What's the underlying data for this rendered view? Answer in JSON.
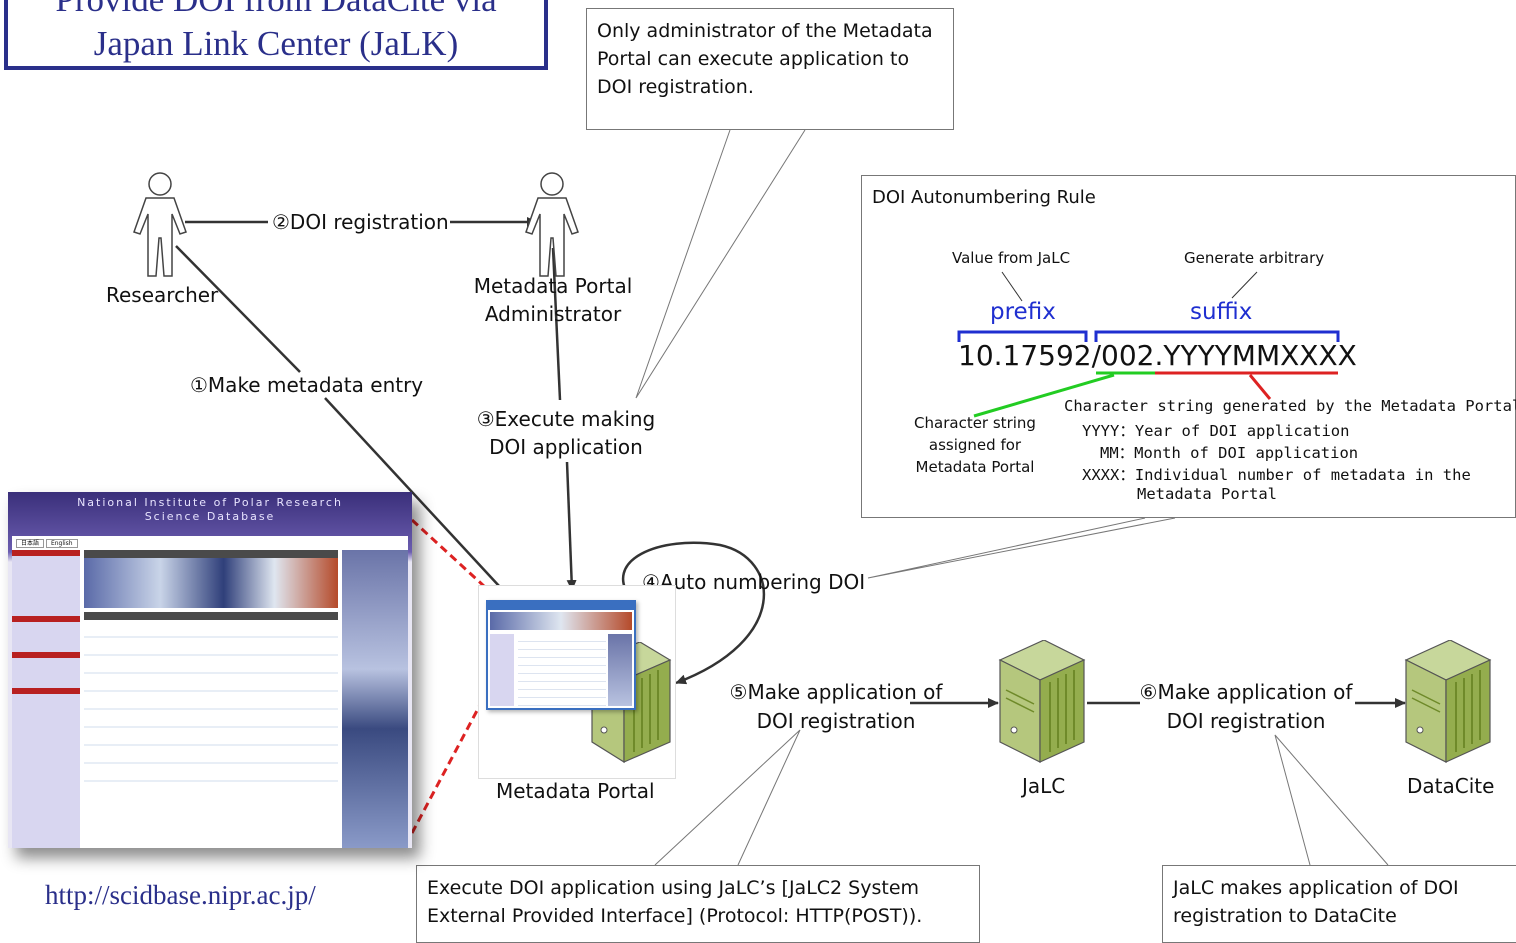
{
  "title": {
    "line1": "Provide DOI from DataCite via",
    "line2": "Japan Link Center (JaLK)"
  },
  "callouts": {
    "admin_only": "Only administrator of the Metadata Portal can execute application to DOI registration.",
    "jalc_interface": "Execute DOI application using JaLC’s [JaLC2 System External Provided Interface] (Protocol: HTTP(POST)).",
    "jalc_to_datacite": "JaLC makes application of DOI registration to DataCite"
  },
  "actors": {
    "researcher": "Researcher",
    "admin_line1": "Metadata Portal",
    "admin_line2": "Administrator"
  },
  "steps": {
    "s1": "①Make metadata entry",
    "s2": "②DOI registration",
    "s3_line1": "③Execute making",
    "s3_line2": "DOI application",
    "s4": "④Auto numbering DOI",
    "s5_line1": "⑤Make application of",
    "s5_line2": "DOI registration",
    "s6_line1": "⑥Make application of",
    "s6_line2": "DOI registration"
  },
  "servers": {
    "portal": "Metadata Portal",
    "jalc": "JaLC",
    "datacite": "DataCite"
  },
  "url": "http://scidbase.nipr.ac.jp/",
  "website": {
    "header_line1": "National Institute of Polar Research",
    "header_line2": "Science Database",
    "lang_ja": "日本語",
    "lang_en": "English"
  },
  "rule": {
    "title": "DOI Autonumbering Rule",
    "value_from": "Value from JaLC",
    "generate": "Generate arbitrary",
    "prefix": "prefix",
    "suffix": "suffix",
    "doi_prefix": "10.17592/",
    "doi_portal": "002.",
    "doi_tail": "YYYYMMXXXX",
    "assigned_line1": "Character string",
    "assigned_line2": "assigned for",
    "assigned_line3": "Metadata Portal",
    "generated_title": "Character string generated by the Metadata Portal",
    "yyyy": "YYYY：Year of DOI application",
    "mm": "MM：Month of DOI application",
    "xxxx_line1": "XXXX：Individual number of metadata in the",
    "xxxx_line2": "Metadata Portal"
  },
  "colors": {
    "title_blue": "#2a2f8a",
    "prefix_blue": "#1f2fd0",
    "green_underline": "#22cc22",
    "red_underline": "#dd2222",
    "server_green": "#9db35a"
  }
}
